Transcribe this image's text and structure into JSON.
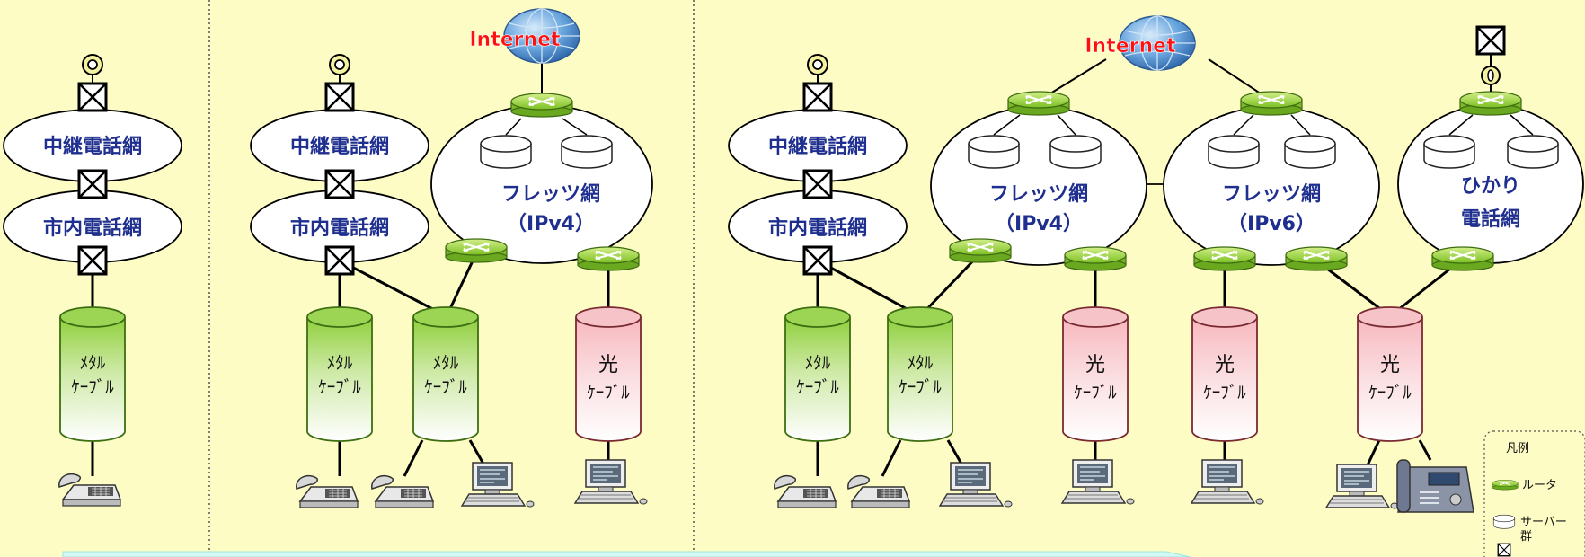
{
  "labels": {
    "trunk_net": "中継電話網",
    "local_net": "市内電話網",
    "flets_net": "フレッツ網",
    "ipv4": "（IPv4）",
    "ipv6": "（IPv6）",
    "hikari_net_line1": "ひかり",
    "hikari_net_line2": "電話網",
    "internet": "Internet",
    "metal_line1": "ﾒﾀﾙ",
    "metal_line2": "ｹｰﾌﾞﾙ",
    "optical_line1": "光",
    "optical_line2": "ｹｰﾌﾞﾙ"
  },
  "legend": {
    "title": "凡例",
    "router": "ルータ",
    "server_line1": "サーバー",
    "server_line2": "群"
  },
  "colors": {
    "background": "#fdfcc4",
    "network_text": "#1f2f8f",
    "internet_text": "#ff1010",
    "router": "#a8d84a",
    "metal_cable": "#9cd454",
    "optical_cable": "#f6c4c8",
    "arrow": "#d4f8f4"
  }
}
